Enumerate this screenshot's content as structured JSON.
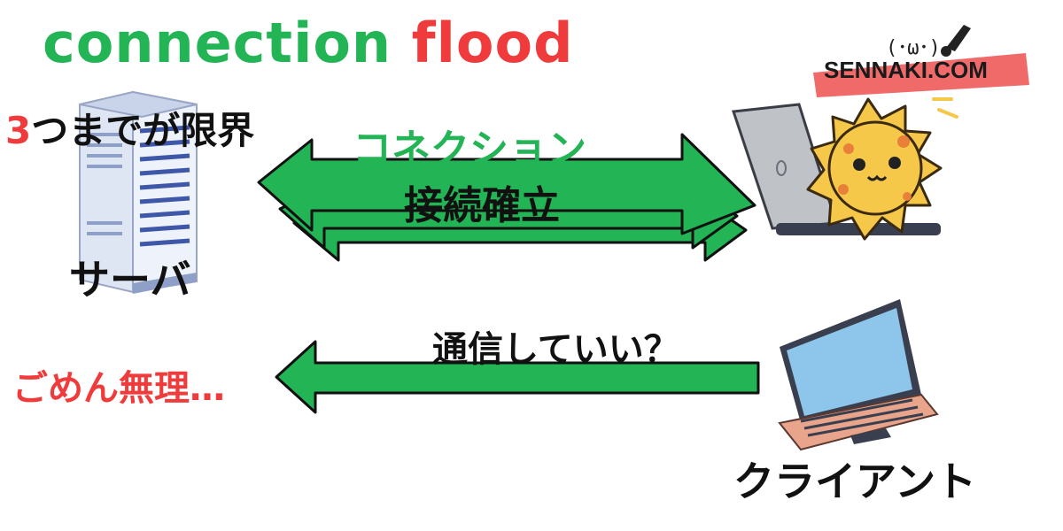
{
  "title": {
    "word1": "connection",
    "word2": "flood"
  },
  "server": {
    "limit_number": "3",
    "limit_text": "つまでが限界",
    "label": "サーバ"
  },
  "connection": {
    "label": "コネクション",
    "established": "接続確立"
  },
  "request": {
    "ask": "通信していい？",
    "reply": "ごめん無理…"
  },
  "client": {
    "label": "クライアント"
  },
  "brand": {
    "name": "SENNAKI.COM",
    "face": "(･ω･)"
  },
  "colors": {
    "green": "#22b455",
    "red": "#ef3b3b",
    "arrow_fill": "#22b455",
    "arrow_stroke": "#111111"
  },
  "icons": [
    "server-rack-icon",
    "laptop-sun-icon",
    "laptop-client-icon",
    "brush-icon"
  ]
}
